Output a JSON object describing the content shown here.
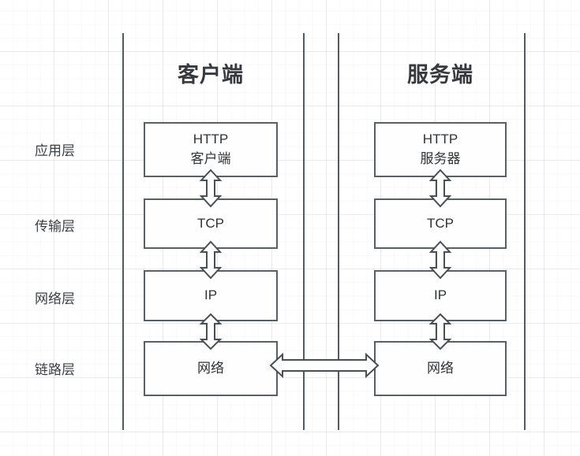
{
  "diagram": {
    "title_client": "客户端",
    "title_server": "服务端",
    "columns": [
      {
        "key": "client",
        "title": "客户端"
      },
      {
        "key": "server",
        "title": "服务端"
      }
    ],
    "row_labels": [
      "应用层",
      "传输层",
      "网络层",
      "链路层"
    ],
    "client_boxes": [
      {
        "line1": "HTTP",
        "line2": "客户端"
      },
      {
        "line1": "TCP",
        "line2": ""
      },
      {
        "line1": "IP",
        "line2": ""
      },
      {
        "line1": "网络",
        "line2": ""
      }
    ],
    "server_boxes": [
      {
        "line1": "HTTP",
        "line2": "服务器"
      },
      {
        "line1": "TCP",
        "line2": ""
      },
      {
        "line1": "IP",
        "line2": ""
      },
      {
        "line1": "网络",
        "line2": ""
      }
    ],
    "colors": {
      "box_border": "#5a5f63",
      "box_fill": "#fefefe",
      "text": "#2f3235",
      "rule": "#555a5e",
      "arrow_stroke": "#4a4f53",
      "arrow_fill": "#ffffff",
      "grid": "#e8e8e8",
      "background": "#ffffff"
    }
  }
}
